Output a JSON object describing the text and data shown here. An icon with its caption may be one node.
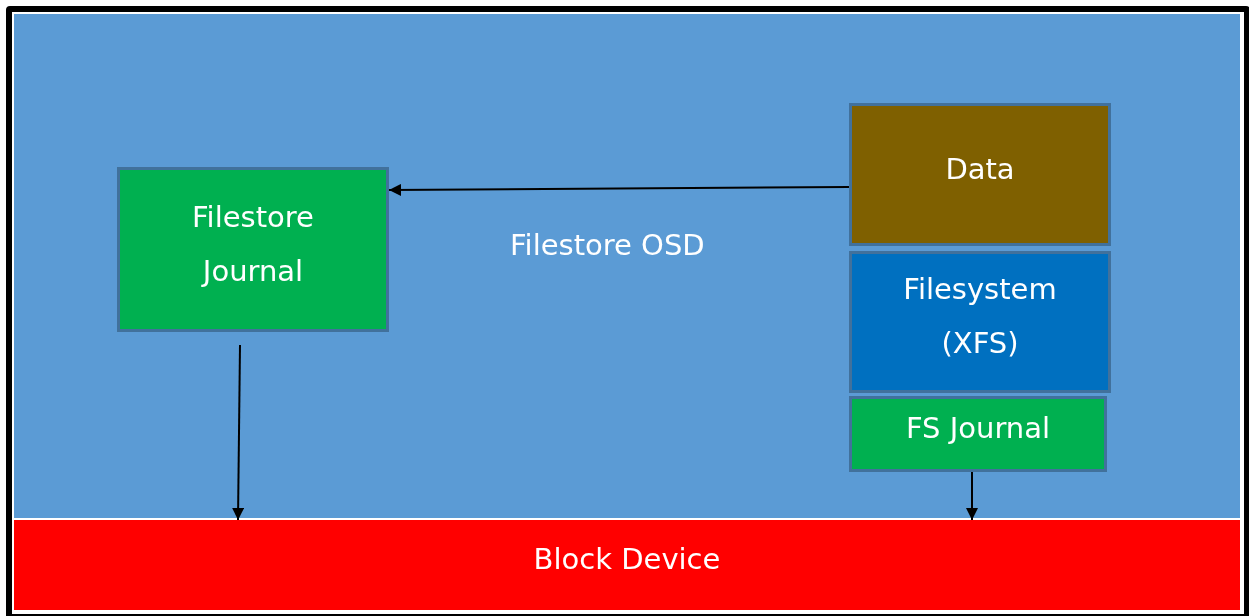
{
  "diagram": {
    "nodes": [
      {
        "text": [
          "Filestore OSD"
        ]
      },
      {
        "text": [
          "Filestore Journal"
        ],
        "in": 0
      },
      {
        "text": [
          "Data"
        ],
        "in": 0
      },
      {
        "text": [
          "Filesystem (XFS)"
        ],
        "in": 0
      },
      {
        "text": [
          "FS Journal"
        ],
        "in": 0
      },
      {
        "text": [
          "Block Device"
        ]
      }
    ],
    "edges": [
      {
        "from": 2,
        "to": 1,
        "arrow": "to"
      },
      {
        "from": 1,
        "to": 5,
        "arrow": "to"
      },
      {
        "from": 4,
        "to": 5,
        "arrow": "to"
      }
    ]
  }
}
